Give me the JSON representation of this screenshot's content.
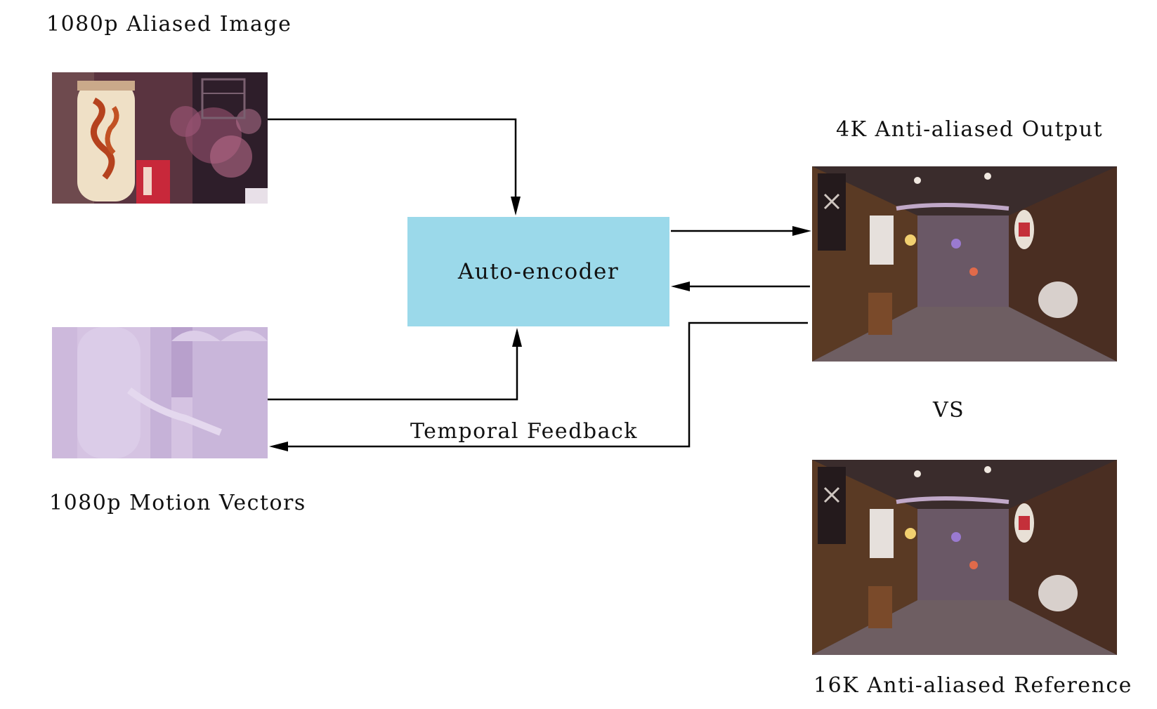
{
  "inputs": {
    "aliased_image": {
      "label": "1080p Aliased Image"
    },
    "motion_vectors": {
      "label": "1080p Motion Vectors"
    }
  },
  "encoder": {
    "label": "Auto-encoder",
    "color": "#9bd9ea"
  },
  "outputs": {
    "output_4k": {
      "label": "4K Anti-aliased Output"
    },
    "vs": {
      "label": "VS"
    },
    "reference_16k": {
      "label": "16K Anti-aliased Reference"
    }
  },
  "feedback": {
    "label": "Temporal Feedback"
  }
}
